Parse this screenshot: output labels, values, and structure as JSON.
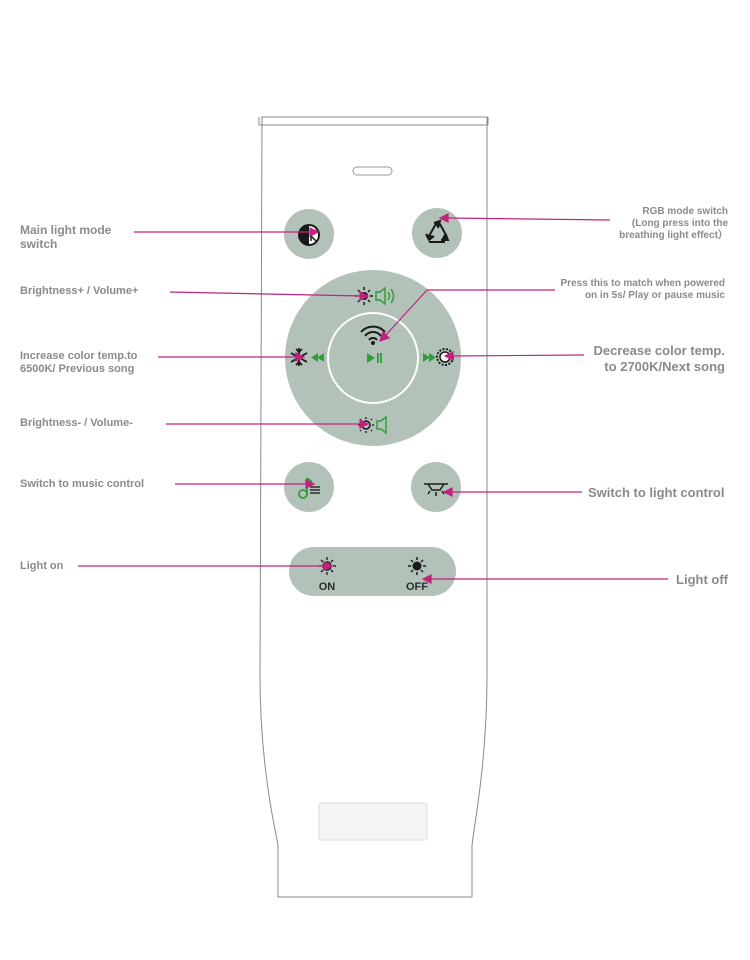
{
  "labels": {
    "main_light_mode": "Main light mode\nswitch",
    "rgb_mode": "RGB mode switch\n(Long press into the\nbreathing light effect）",
    "brightness_up": "Brightness+ / Volume+",
    "pair_play": "Press this to match when powered\non in 5s/ Play or pause music",
    "color_temp_up": "Increase color temp.to\n6500K/ Previous song",
    "color_temp_down": "Decrease color temp.\nto 2700K/Next song",
    "brightness_down": "Brightness- / Volume-",
    "music_control": "Switch to music control",
    "light_control": "Switch to light control",
    "light_on": "Light on",
    "light_off": "Light off"
  },
  "buttons": {
    "on": "ON",
    "off": "OFF"
  },
  "colors": {
    "button_fill": "#b3c2b8",
    "leader_line": "#c2227d",
    "label_text": "#8a8a8a",
    "accent_green": "#2e9e3a",
    "remote_outline": "#8a8a8a"
  },
  "icons": {
    "main_light_mode": "contrast-circle-icon",
    "rgb_mode": "recycle-triangle-icon",
    "brightness_up": "sun-speaker-up-icon",
    "pair_play": "wifi-play-pause-icon",
    "color_temp_up": "snowflake-previous-icon",
    "color_temp_down": "next-warm-sun-icon",
    "brightness_down": "dim-sun-speaker-icon",
    "music_control": "music-note-icon",
    "light_control": "lamp-icon",
    "light_on": "sun-outline-icon",
    "light_off": "sun-filled-icon"
  }
}
